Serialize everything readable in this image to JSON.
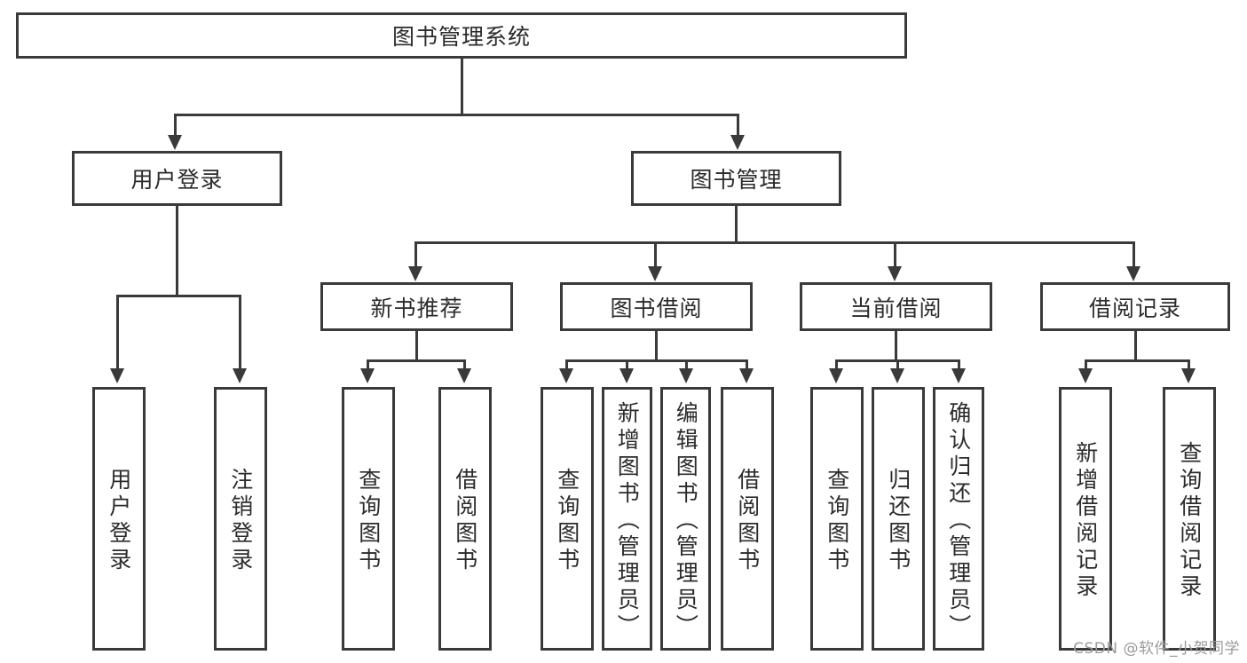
{
  "diagram": {
    "title": "图书管理系统",
    "root": {
      "label": "图书管理系统"
    },
    "level2": [
      {
        "label": "用户登录"
      },
      {
        "label": "图书管理"
      }
    ],
    "level3": [
      {
        "label": "新书推荐"
      },
      {
        "label": "图书借阅"
      },
      {
        "label": "当前借阅"
      },
      {
        "label": "借阅记录"
      }
    ],
    "leaves": [
      {
        "label": "用户登录",
        "parent": "用户登录"
      },
      {
        "label": "注销登录",
        "parent": "用户登录"
      },
      {
        "label": "查询图书",
        "parent": "新书推荐"
      },
      {
        "label": "借阅图书",
        "parent": "新书推荐"
      },
      {
        "label": "查询图书",
        "parent": "图书借阅"
      },
      {
        "label": "新增图书（管理员）",
        "parent": "图书借阅"
      },
      {
        "label": "编辑图书（管理员）",
        "parent": "图书借阅"
      },
      {
        "label": "借阅图书",
        "parent": "图书借阅"
      },
      {
        "label": "查询图书",
        "parent": "当前借阅"
      },
      {
        "label": "归还图书",
        "parent": "当前借阅"
      },
      {
        "label": "确认归还（管理员）",
        "parent": "当前借阅"
      },
      {
        "label": "新增借阅记录",
        "parent": "借阅记录"
      },
      {
        "label": "查询借阅记录",
        "parent": "借阅记录"
      }
    ],
    "watermark": "CSDN @软件_小贺同学",
    "colors": {
      "stroke": "#3a3a3a",
      "background": "#ffffff",
      "text": "#2b2b2b",
      "watermark": "#9b9b9b"
    }
  }
}
